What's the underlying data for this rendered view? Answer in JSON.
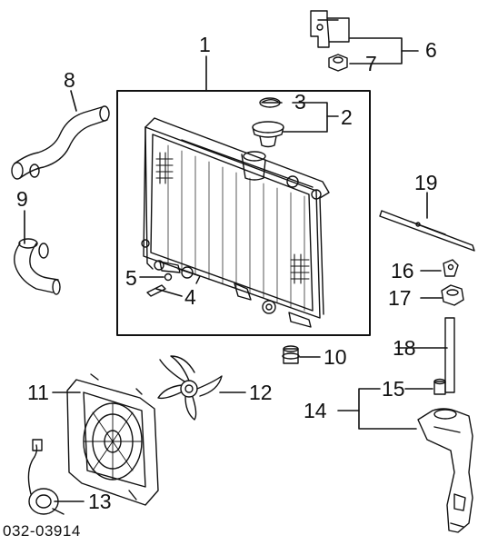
{
  "diagram_code": "032-03914",
  "callouts": {
    "n1": "1",
    "n2": "2",
    "n3": "3",
    "n4": "4",
    "n5": "5",
    "n6": "6",
    "n7": "7",
    "n8": "8",
    "n9": "9",
    "n10": "10",
    "n11": "11",
    "n12": "12",
    "n13": "13",
    "n14": "14",
    "n15": "15",
    "n16": "16",
    "n17": "17",
    "n18": "18",
    "n19": "19"
  }
}
